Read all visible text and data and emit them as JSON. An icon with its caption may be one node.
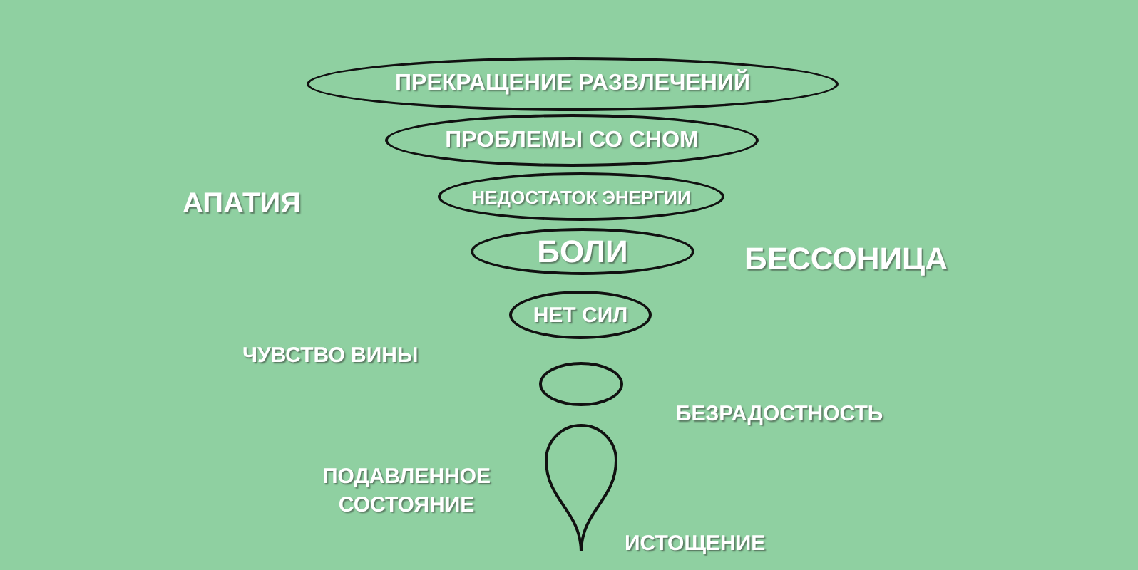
{
  "diagram": {
    "nodes": [
      {
        "text": [
          "ПРЕКРАЩЕНИЕ РАЗВЛЕЧЕНИЙ"
        ]
      },
      {
        "text": [
          "ПРОБЛЕМЫ СО СНОМ"
        ]
      },
      {
        "text": [
          "НЕДОСТАТОК ЭНЕРГИИ"
        ]
      },
      {
        "text": [
          "БОЛИ"
        ]
      },
      {
        "text": [
          "НЕТ СИЛ"
        ]
      },
      {
        "text": [],
        "shape": "oval"
      },
      {
        "text": [],
        "shape": "drop"
      }
    ],
    "labels": [
      "АПАТИЯ",
      "БЕССОНИЦА",
      "ЧУВСТВО ВИНЫ",
      "БЕЗРАДОСТНОСТЬ",
      "ПОДАВЛЕННОЕ СОСТОЯНИЕ",
      "ИСТОЩЕНИЕ"
    ]
  }
}
